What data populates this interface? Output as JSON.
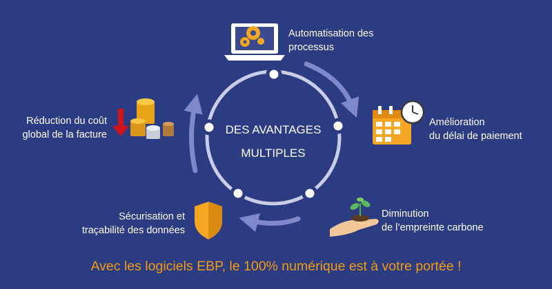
{
  "center": {
    "line1": "DES AVANTAGES",
    "line2": "MULTIPLES"
  },
  "items": [
    {
      "id": "automatisation",
      "line1": "Automatisation des",
      "line2": "processus",
      "icon": "laptop-gears-icon"
    },
    {
      "id": "paiement",
      "line1": "Amélioration",
      "line2": "du délai de paiement",
      "icon": "calendar-clock-icon"
    },
    {
      "id": "carbone",
      "line1": "Diminution",
      "line2": "de l’empreinte carbone",
      "icon": "hand-sprout-icon"
    },
    {
      "id": "securisation",
      "line1": "Sécurisation et",
      "line2": "traçabilité des données",
      "icon": "shield-icon"
    },
    {
      "id": "reduction",
      "line1": "Réduction du coût",
      "line2": "global de la facture",
      "icon": "coins-arrow-down-icon"
    }
  ],
  "footer": "Avec les logiciels EBP, le 100% numérique est à votre portée !",
  "colors": {
    "background": "#2c3c82",
    "ring": "#c9cde6",
    "arrow": "#7f88c9",
    "accent": "#f5a623",
    "footer": "#f39c12",
    "text": "#ffffff"
  }
}
